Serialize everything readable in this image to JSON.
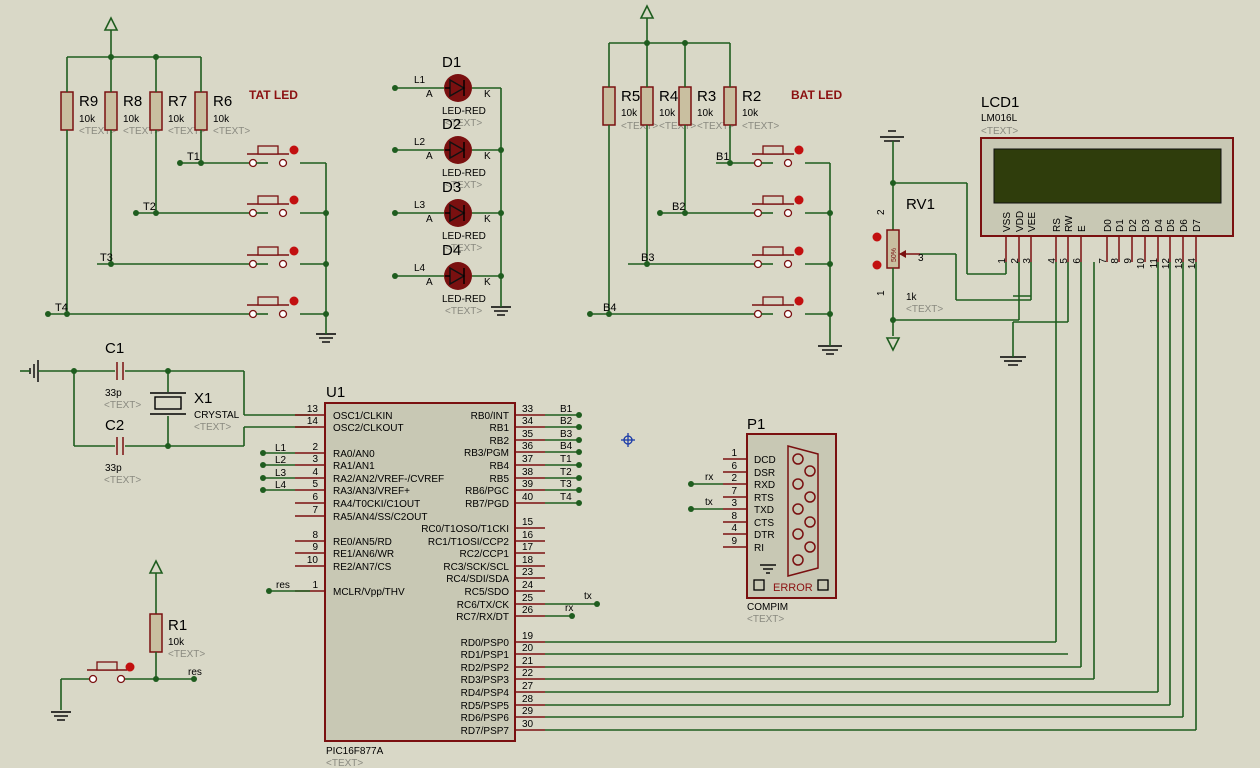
{
  "labels": {
    "tat_led": "TAT LED",
    "bat_led": "BAT LED",
    "error": "ERROR"
  },
  "text_hint": "<TEXT>",
  "resistors_left": [
    {
      "ref": "R9",
      "val": "10k"
    },
    {
      "ref": "R8",
      "val": "10k"
    },
    {
      "ref": "R7",
      "val": "10k"
    },
    {
      "ref": "R6",
      "val": "10k"
    }
  ],
  "resistors_right": [
    {
      "ref": "R5",
      "val": "10k"
    },
    {
      "ref": "R4",
      "val": "10k"
    },
    {
      "ref": "R3",
      "val": "10k"
    },
    {
      "ref": "R2",
      "val": "10k"
    }
  ],
  "r1": {
    "ref": "R1",
    "val": "10k"
  },
  "t_nets": [
    "T1",
    "T2",
    "T3",
    "T4"
  ],
  "b_nets": [
    "B1",
    "B2",
    "B3",
    "B4"
  ],
  "leds": [
    {
      "ref": "D1",
      "net": "L1",
      "type": "LED-RED"
    },
    {
      "ref": "D2",
      "net": "L2",
      "type": "LED-RED"
    },
    {
      "ref": "D3",
      "net": "L3",
      "type": "LED-RED"
    },
    {
      "ref": "D4",
      "net": "L4",
      "type": "LED-RED"
    }
  ],
  "led_pins": {
    "a": "A",
    "k": "K"
  },
  "caps": [
    {
      "ref": "C1",
      "val": "33p"
    },
    {
      "ref": "C2",
      "val": "33p"
    }
  ],
  "crystal": {
    "ref": "X1",
    "type": "CRYSTAL"
  },
  "mcu": {
    "ref": "U1",
    "part": "PIC16F877A",
    "left_pins": [
      {
        "n": "13",
        "name": "OSC1/CLKIN"
      },
      {
        "n": "14",
        "name": "OSC2/CLKOUT"
      },
      {
        "n": "2",
        "name": "RA0/AN0",
        "net": "L1"
      },
      {
        "n": "3",
        "name": "RA1/AN1",
        "net": "L2"
      },
      {
        "n": "4",
        "name": "RA2/AN2/VREF-/CVREF",
        "net": "L3"
      },
      {
        "n": "5",
        "name": "RA3/AN3/VREF+",
        "net": "L4"
      },
      {
        "n": "6",
        "name": "RA4/T0CKI/C1OUT"
      },
      {
        "n": "7",
        "name": "RA5/AN4/SS/C2OUT"
      },
      {
        "n": "8",
        "name": "RE0/AN5/RD"
      },
      {
        "n": "9",
        "name": "RE1/AN6/WR"
      },
      {
        "n": "10",
        "name": "RE2/AN7/CS"
      },
      {
        "n": "1",
        "name": "MCLR/Vpp/THV",
        "net": "res"
      }
    ],
    "right_pins": [
      {
        "n": "33",
        "name": "RB0/INT",
        "net": "B1"
      },
      {
        "n": "34",
        "name": "RB1",
        "net": "B2"
      },
      {
        "n": "35",
        "name": "RB2",
        "net": "B3"
      },
      {
        "n": "36",
        "name": "RB3/PGM",
        "net": "B4"
      },
      {
        "n": "37",
        "name": "RB4",
        "net": "T1"
      },
      {
        "n": "38",
        "name": "RB5",
        "net": "T2"
      },
      {
        "n": "39",
        "name": "RB6/PGC",
        "net": "T3"
      },
      {
        "n": "40",
        "name": "RB7/PGD",
        "net": "T4"
      },
      {
        "n": "15",
        "name": "RC0/T1OSO/T1CKI"
      },
      {
        "n": "16",
        "name": "RC1/T1OSI/CCP2"
      },
      {
        "n": "17",
        "name": "RC2/CCP1"
      },
      {
        "n": "18",
        "name": "RC3/SCK/SCL"
      },
      {
        "n": "23",
        "name": "RC4/SDI/SDA"
      },
      {
        "n": "24",
        "name": "RC5/SDO"
      },
      {
        "n": "25",
        "name": "RC6/TX/CK",
        "net": "tx"
      },
      {
        "n": "26",
        "name": "RC7/RX/DT",
        "net": "rx"
      },
      {
        "n": "19",
        "name": "RD0/PSP0"
      },
      {
        "n": "20",
        "name": "RD1/PSP1"
      },
      {
        "n": "21",
        "name": "RD2/PSP2"
      },
      {
        "n": "22",
        "name": "RD3/PSP3"
      },
      {
        "n": "27",
        "name": "RD4/PSP4"
      },
      {
        "n": "28",
        "name": "RD5/PSP5"
      },
      {
        "n": "29",
        "name": "RD6/PSP6"
      },
      {
        "n": "30",
        "name": "RD7/PSP7"
      }
    ]
  },
  "lcd": {
    "ref": "LCD1",
    "part": "LM016L",
    "pins": [
      {
        "name": "VSS",
        "n": "1"
      },
      {
        "name": "VDD",
        "n": "2"
      },
      {
        "name": "VEE",
        "n": "3"
      },
      {
        "name": "RS",
        "n": "4"
      },
      {
        "name": "RW",
        "n": "5"
      },
      {
        "name": "E",
        "n": "6"
      },
      {
        "name": "D0",
        "n": "7"
      },
      {
        "name": "D1",
        "n": "8"
      },
      {
        "name": "D2",
        "n": "9"
      },
      {
        "name": "D3",
        "n": "10"
      },
      {
        "name": "D4",
        "n": "11"
      },
      {
        "name": "D5",
        "n": "12"
      },
      {
        "name": "D6",
        "n": "13"
      },
      {
        "name": "D7",
        "n": "14"
      }
    ]
  },
  "pot": {
    "ref": "RV1",
    "val": "1k",
    "pct": "50%",
    "pins": [
      "2",
      "3",
      "1"
    ]
  },
  "serial": {
    "ref": "P1",
    "part": "COMPIM",
    "pins": [
      {
        "n": "1",
        "name": "DCD"
      },
      {
        "n": "6",
        "name": "DSR"
      },
      {
        "n": "2",
        "name": "RXD",
        "net": "rx"
      },
      {
        "n": "7",
        "name": "RTS"
      },
      {
        "n": "3",
        "name": "TXD",
        "net": "tx"
      },
      {
        "n": "8",
        "name": "CTS"
      },
      {
        "n": "4",
        "name": "DTR"
      },
      {
        "n": "9",
        "name": "RI"
      }
    ]
  },
  "res_net": "res",
  "colors": {
    "wire": "#1f5d1f",
    "component": "#7a1010",
    "background": "#d9d8c7",
    "lcd_screen": "#2f3d0c"
  }
}
